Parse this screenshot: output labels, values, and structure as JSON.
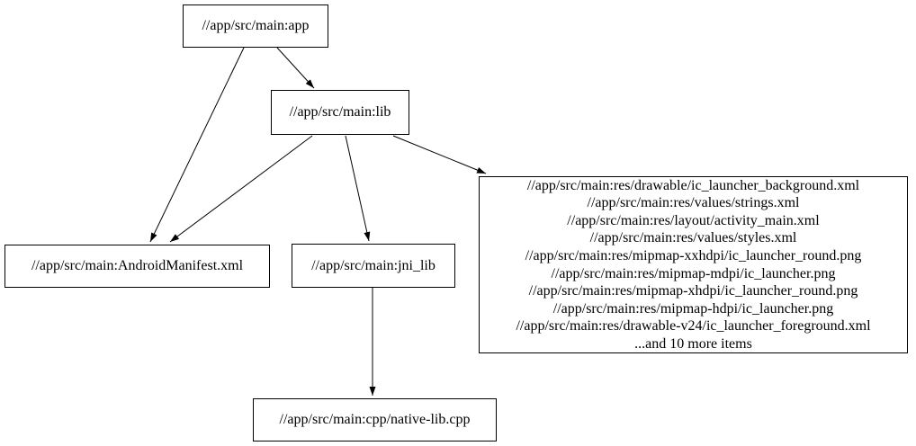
{
  "graph": {
    "background_color": "#ffffff",
    "edge_color": "#000000",
    "node_border_color": "#000000",
    "nodes": {
      "app": {
        "label": "//app/src/main:app"
      },
      "lib": {
        "label": "//app/src/main:lib"
      },
      "manifest": {
        "label": "//app/src/main:AndroidManifest.xml"
      },
      "jni_lib": {
        "label": "//app/src/main:jni_lib"
      },
      "native_cpp": {
        "label": "//app/src/main:cpp/native-lib.cpp"
      },
      "resources": {
        "lines": [
          "//app/src/main:res/drawable/ic_launcher_background.xml",
          "//app/src/main:res/values/strings.xml",
          "//app/src/main:res/layout/activity_main.xml",
          "//app/src/main:res/values/styles.xml",
          "//app/src/main:res/mipmap-xxhdpi/ic_launcher_round.png",
          "//app/src/main:res/mipmap-mdpi/ic_launcher.png",
          "//app/src/main:res/mipmap-xhdpi/ic_launcher_round.png",
          "//app/src/main:res/mipmap-hdpi/ic_launcher.png",
          "//app/src/main:res/drawable-v24/ic_launcher_foreground.xml",
          "...and 10 more items"
        ]
      }
    },
    "edges": [
      {
        "from": "app",
        "to": "manifest"
      },
      {
        "from": "app",
        "to": "lib"
      },
      {
        "from": "lib",
        "to": "manifest"
      },
      {
        "from": "lib",
        "to": "jni_lib"
      },
      {
        "from": "lib",
        "to": "resources"
      },
      {
        "from": "jni_lib",
        "to": "native_cpp"
      }
    ]
  }
}
